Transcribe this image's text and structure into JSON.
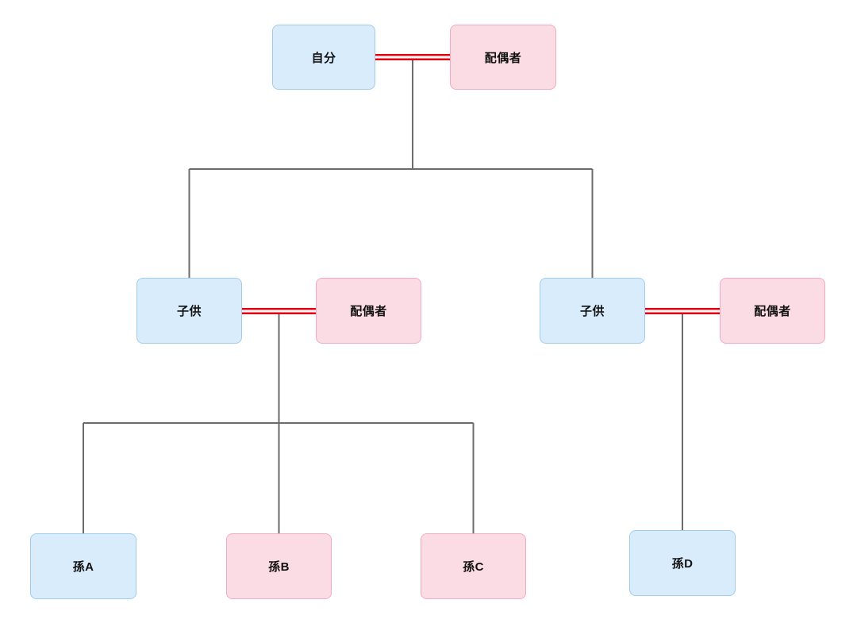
{
  "diagram": {
    "type": "family-tree",
    "colors": {
      "male_fill": "#d9ecfb",
      "male_border": "#9fcdf0",
      "female_fill": "#fbdce4",
      "female_border": "#f3a9c0",
      "marriage_line": "#e60012",
      "connector": "#6b6b6b"
    },
    "nodes": {
      "self": {
        "label": "自分",
        "gender_style": "blue"
      },
      "spouse_top": {
        "label": "配偶者",
        "gender_style": "pink"
      },
      "child_left": {
        "label": "子供",
        "gender_style": "blue"
      },
      "child_left_spouse": {
        "label": "配偶者",
        "gender_style": "pink"
      },
      "child_right": {
        "label": "子供",
        "gender_style": "blue"
      },
      "child_right_spouse": {
        "label": "配偶者",
        "gender_style": "pink"
      },
      "grandchild_a": {
        "label": "孫A",
        "gender_style": "blue"
      },
      "grandchild_b": {
        "label": "孫B",
        "gender_style": "pink"
      },
      "grandchild_c": {
        "label": "孫C",
        "gender_style": "pink"
      },
      "grandchild_d": {
        "label": "孫D",
        "gender_style": "blue"
      }
    },
    "relations": {
      "marriages": [
        [
          "self",
          "spouse_top"
        ],
        [
          "child_left",
          "child_left_spouse"
        ],
        [
          "child_right",
          "child_right_spouse"
        ]
      ],
      "children": {
        "self+spouse_top": [
          "child_left",
          "child_right"
        ],
        "child_left+child_left_spouse": [
          "grandchild_a",
          "grandchild_b",
          "grandchild_c"
        ],
        "child_right+child_right_spouse": [
          "grandchild_d"
        ]
      }
    }
  }
}
